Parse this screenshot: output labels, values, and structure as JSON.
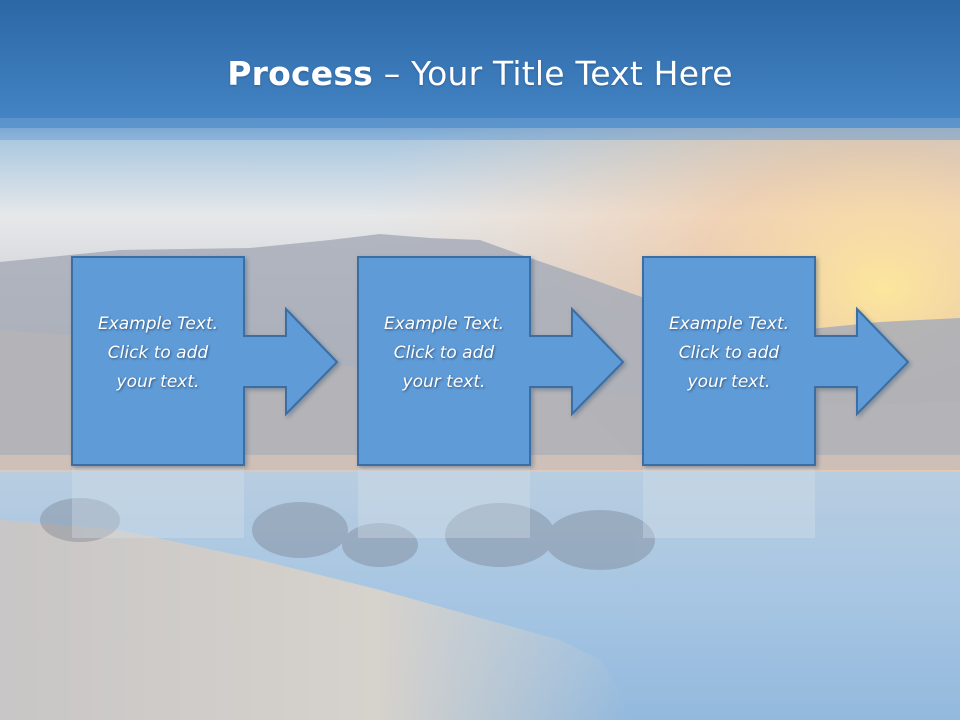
{
  "slide": {
    "title_strong": "Process",
    "title_rest": " – Your Title Text Here"
  },
  "process": {
    "steps": [
      {
        "lines": [
          "Example Text.",
          "Click  to add",
          "your text."
        ]
      },
      {
        "lines": [
          "Example Text.",
          "Click  to add",
          "your text."
        ]
      },
      {
        "lines": [
          "Example Text.",
          "Click  to add",
          "your text."
        ]
      }
    ]
  },
  "colors": {
    "header_blue": "#3f7fbe",
    "box_fill": "#5f9bd6",
    "box_stroke": "#3a6ea3",
    "text": "#ffffff"
  }
}
